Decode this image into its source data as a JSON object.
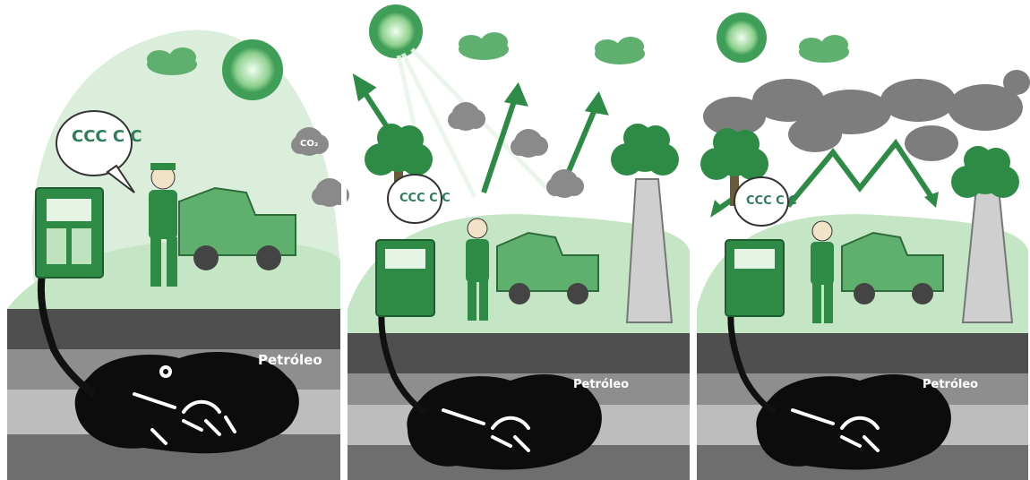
{
  "panels": [
    {
      "label": "Petróleo"
    },
    {
      "label": "Petróleo"
    },
    {
      "label": "Petróleo"
    }
  ],
  "bubble_text": "CCC C C",
  "co2_text": "CO₂",
  "colors": {
    "sky_green": "#d9ecd9",
    "ground_green": "#bfe2bf",
    "dark_green": "#2e8b46",
    "soil_dark": "#4a4a4a",
    "soil_mid": "#8a8a8a",
    "soil_light": "#b5b5b5",
    "oil_black": "#0c0c0c",
    "cloud_gray": "#808080"
  },
  "icons": [
    "sun-icon",
    "cloud-icon",
    "co2-cloud-icon",
    "tree-icon",
    "gas-pump-icon",
    "truck-icon",
    "person-icon",
    "fossil-icon",
    "arrow-icon",
    "speech-bubble-icon"
  ]
}
